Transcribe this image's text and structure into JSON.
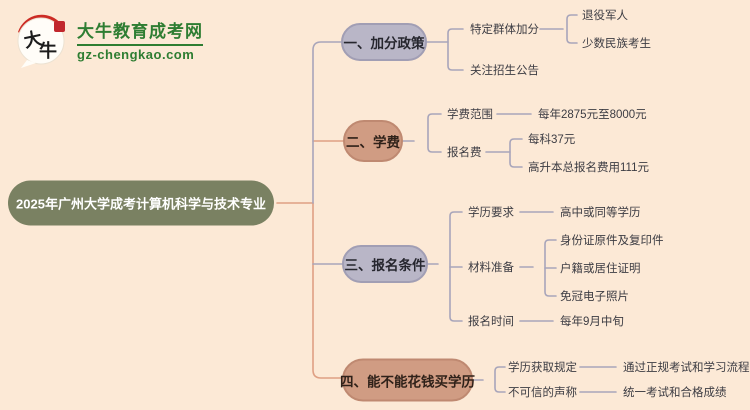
{
  "page": {
    "background": "#fce9d6"
  },
  "logo": {
    "icon": "daniu-speech-bubble-icon",
    "icon_chars": "大牛",
    "title": "大牛教育成考网",
    "url": "gz-chengkao.com",
    "brand_green": "#2e7d32",
    "seal_red": "#c1272d"
  },
  "mindmap": {
    "root": {
      "label": "2025年广州大学成考计算机科学与技术专业",
      "fill": "#7a8162",
      "text_color": "#ffffff"
    },
    "colors": {
      "lavender_fill": "#b9b6c7",
      "lavender_border": "#a19eb4",
      "tan_fill": "#d09c83",
      "tan_border": "#bf8971",
      "lavender_line": "#a8a5ba",
      "salmon_line": "#dfa084"
    },
    "branches": [
      {
        "label": "一、加分政策",
        "theme": "lavender",
        "children": [
          {
            "label": "特定群体加分",
            "children": [
              {
                "label": "退役军人"
              },
              {
                "label": "少数民族考生"
              }
            ]
          },
          {
            "label": "关注招生公告",
            "children": []
          }
        ]
      },
      {
        "label": "二、学费",
        "theme": "tan",
        "children": [
          {
            "label": "学费范围",
            "children": [
              {
                "label": "每年2875元至8000元"
              }
            ]
          },
          {
            "label": "报名费",
            "children": [
              {
                "label": "每科37元"
              },
              {
                "label": "高升本总报名费用111元"
              }
            ]
          }
        ]
      },
      {
        "label": "三、报名条件",
        "theme": "lavender",
        "children": [
          {
            "label": "学历要求",
            "children": [
              {
                "label": "高中或同等学历"
              }
            ]
          },
          {
            "label": "材料准备",
            "children": [
              {
                "label": "身份证原件及复印件"
              },
              {
                "label": "户籍或居住证明"
              },
              {
                "label": "免冠电子照片"
              }
            ]
          },
          {
            "label": "报名时间",
            "children": [
              {
                "label": "每年9月中旬"
              }
            ]
          }
        ]
      },
      {
        "label": "四、能不能花钱买学历",
        "theme": "tan",
        "children": [
          {
            "label": "学历获取规定",
            "children": [
              {
                "label": "通过正规考试和学习流程"
              }
            ]
          },
          {
            "label": "不可信的声称",
            "children": [
              {
                "label": "统一考试和合格成绩"
              }
            ]
          }
        ]
      }
    ]
  }
}
